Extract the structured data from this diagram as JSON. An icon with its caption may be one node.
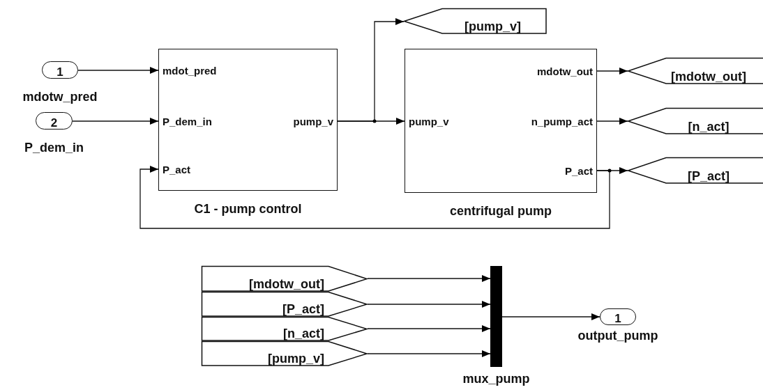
{
  "diagram": {
    "nodes": [
      {
        "text": [
          "1"
        ],
        "beside": [
          "mdotw_pred"
        ]
      },
      {
        "text": [
          "2"
        ],
        "beside": [
          "P_dem_in"
        ]
      },
      {
        "text": [
          "mdot_pred",
          "P_dem_in",
          "P_act",
          "pump_v"
        ],
        "beside": [
          "C1 - pump control"
        ]
      },
      {
        "text": [
          "pump_v",
          "mdotw_out",
          "n_pump_act",
          "P_act"
        ],
        "beside": [
          "centrifugal pump"
        ]
      },
      {
        "text": [
          "[pump_v]"
        ]
      },
      {
        "text": [
          "[mdotw_out]"
        ]
      },
      {
        "text": [
          "[n_act]"
        ]
      },
      {
        "text": [
          "[P_act]"
        ]
      },
      {
        "text": [
          "[mdotw_out]"
        ]
      },
      {
        "text": [
          "[P_act]"
        ]
      },
      {
        "text": [
          "[n_act]"
        ]
      },
      {
        "text": [
          "[pump_v]"
        ]
      },
      {
        "text": [],
        "shape": "bar",
        "beside": [
          "mux_pump"
        ]
      },
      {
        "text": [
          "1"
        ],
        "beside": [
          "output_pump"
        ]
      }
    ],
    "edges": [
      {
        "from": 0,
        "to": 2,
        "arrow": "to"
      },
      {
        "from": 1,
        "to": 2,
        "arrow": "to"
      },
      {
        "from": 2,
        "to": 3,
        "arrow": "to"
      },
      {
        "from": 2,
        "to": 4,
        "arrow": "to"
      },
      {
        "from": 3,
        "to": 5,
        "arrow": "to"
      },
      {
        "from": 3,
        "to": 6,
        "arrow": "to"
      },
      {
        "from": 3,
        "to": 7,
        "arrow": "to"
      },
      {
        "from": 3,
        "to": 2,
        "arrow": "to"
      },
      {
        "from": 8,
        "to": 12,
        "arrow": "to"
      },
      {
        "from": 9,
        "to": 12,
        "arrow": "to"
      },
      {
        "from": 10,
        "to": 12,
        "arrow": "to"
      },
      {
        "from": 11,
        "to": 12,
        "arrow": "to"
      },
      {
        "from": 12,
        "to": 13,
        "arrow": "to"
      }
    ]
  }
}
